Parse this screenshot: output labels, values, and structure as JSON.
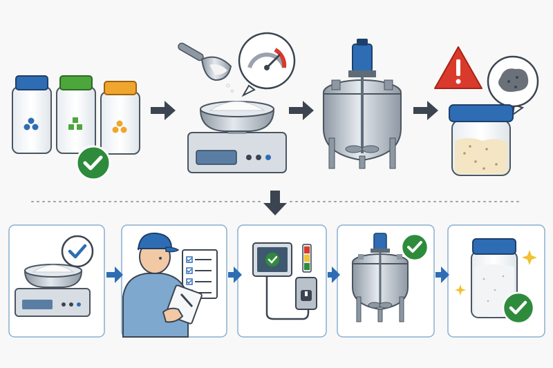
{
  "colors": {
    "accent_blue": "#2e6db4",
    "success_green": "#2e8b3c",
    "warning_red": "#d93a2b",
    "panel_border": "#8aaed0",
    "steel": "#b9c2cb",
    "powder_yellow": "#f4e6c4",
    "spark_yellow": "#f1c232"
  },
  "top_flow": {
    "steps": [
      {
        "name": "ingredient-jars",
        "icons": [
          "blue-jar-icon",
          "green-jar-icon",
          "orange-jar-icon",
          "check-badge-icon"
        ]
      },
      {
        "name": "weighing",
        "icons": [
          "scoop-icon",
          "pressure-gauge-icon",
          "weighing-scale-icon"
        ]
      },
      {
        "name": "mixing-tank",
        "icons": [
          "mixer-tank-icon"
        ]
      },
      {
        "name": "problem-batch",
        "icons": [
          "warning-triangle-icon",
          "clump-bubble-icon",
          "lumpy-powder-jar-icon"
        ]
      }
    ]
  },
  "bottom_flow": {
    "steps": [
      {
        "name": "weigh-check",
        "icons": [
          "weighing-scale-icon",
          "check-badge-icon"
        ]
      },
      {
        "name": "operator-checklist",
        "icons": [
          "operator-icon",
          "checklist-icon",
          "clipboard-icon"
        ]
      },
      {
        "name": "control-panel",
        "icons": [
          "monitor-check-icon",
          "signal-light-icon",
          "control-switch-icon"
        ]
      },
      {
        "name": "mixing-ok",
        "icons": [
          "mixer-tank-icon",
          "check-badge-icon"
        ]
      },
      {
        "name": "final-product",
        "icons": [
          "product-jar-icon",
          "sparkle-icon",
          "check-badge-icon"
        ]
      }
    ]
  }
}
